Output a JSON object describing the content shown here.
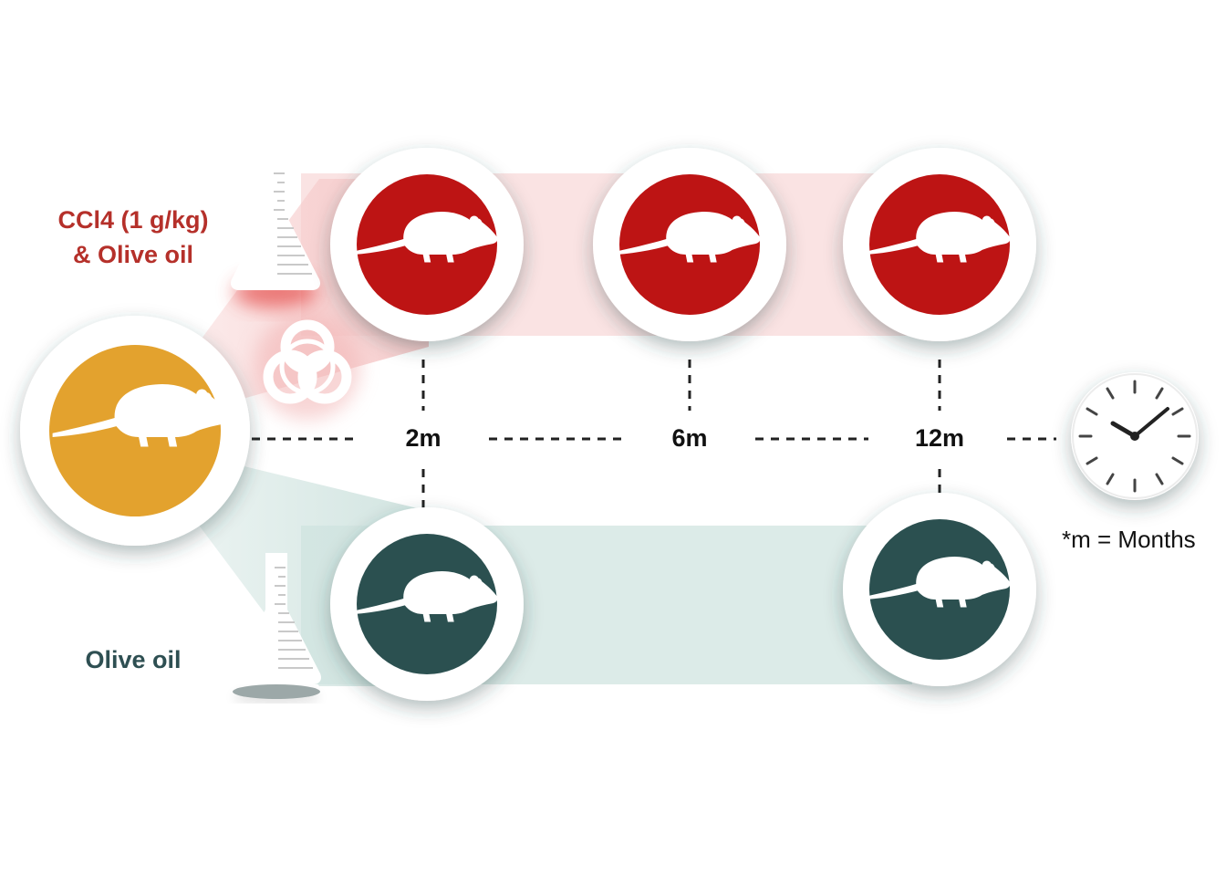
{
  "groups": {
    "treatment": {
      "line1": "CCl4 (1 g/kg)",
      "line2": "& Olive oil",
      "circle_color": "#bd1414",
      "label_color": "#b5302a",
      "band_color": "#fae3e3"
    },
    "control": {
      "label": "Olive oil",
      "circle_color": "#2b5050",
      "label_color": "#2e4f52",
      "band_color": "#dcebe8"
    },
    "baseline": {
      "circle_color": "#e3a22e"
    }
  },
  "timeline": {
    "points": [
      "2m",
      "6m",
      "12m"
    ],
    "footnote": "*m = Months"
  },
  "icons": {
    "mouse": "mouse-silhouette-icon",
    "flask": "flask-icon",
    "biohazard": "biohazard-icon",
    "clock": "clock-icon"
  }
}
